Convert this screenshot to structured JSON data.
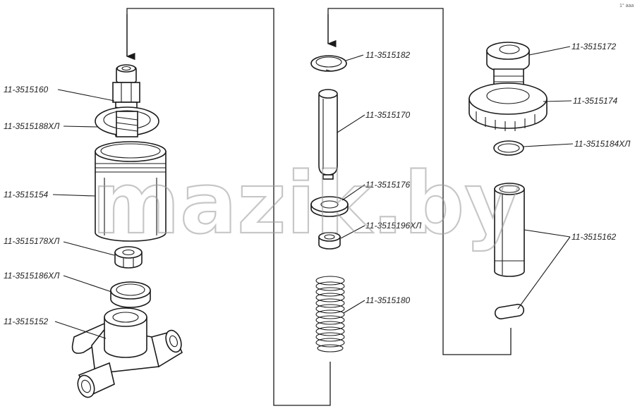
{
  "corner_mark": "1° aaa",
  "watermark": "mazik.by",
  "labels": {
    "l1": "11-3515160",
    "l2": "11-3515188ХЛ",
    "l3": "11-3515154",
    "l4": "11-3515178ХЛ",
    "l5": "11-3515186ХЛ",
    "l6": "11-3515152",
    "l7": "11-3515182",
    "l8": "11-3515170",
    "l9": "11-3515176",
    "l10": "11-3515196ХЛ",
    "l11": "11-3515180",
    "l12": "11-3515172",
    "l13": "11-3515174",
    "l14": "11-3515184ХЛ",
    "l15": "11-3515162"
  }
}
